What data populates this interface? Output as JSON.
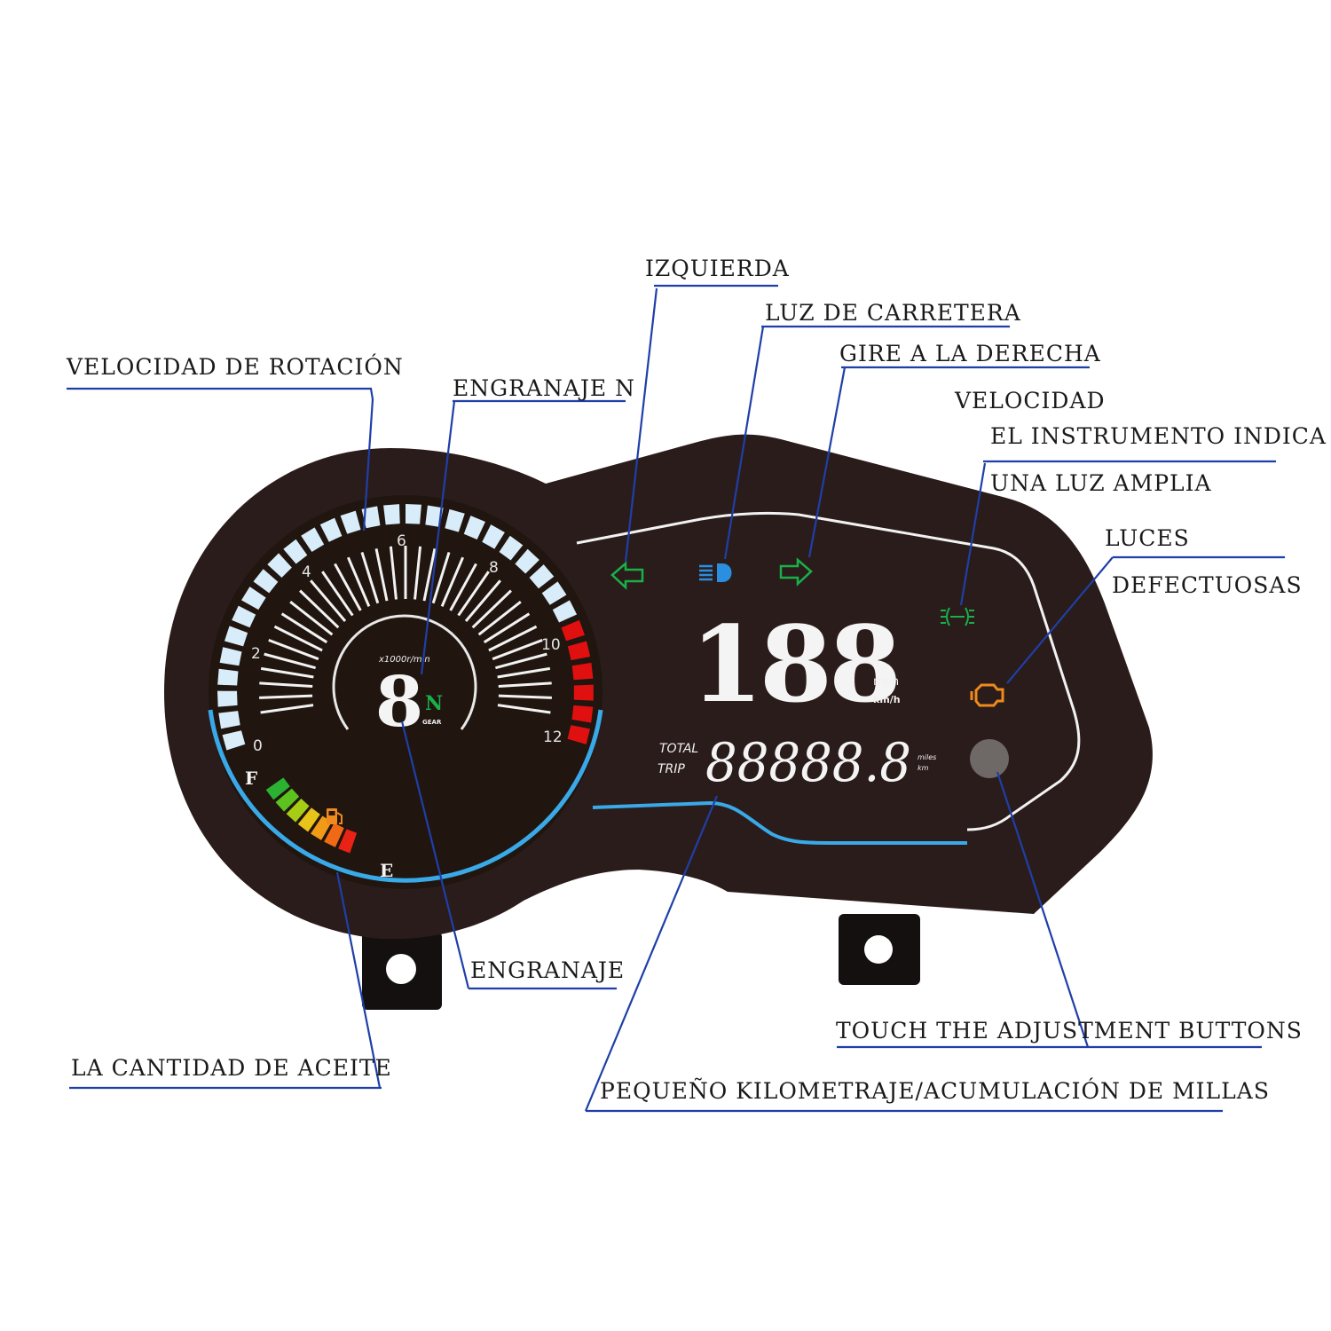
{
  "callouts": {
    "rpm": "VELOCIDAD DE ROTACIÓN",
    "neutral_gear": "ENGRANAJE N",
    "left_turn": "IZQUIERDA",
    "high_beam": "LUZ DE CARRETERA",
    "right_turn": "GIRE A LA DERECHA",
    "width_light_line1": "VELOCIDAD",
    "width_light_line2": "EL INSTRUMENTO INDICA",
    "width_light_line3": "UNA LUZ AMPLIA",
    "malfunction_line1": "LUCES",
    "malfunction_line2": "DEFECTUOSAS",
    "gear": "ENGRANAJE",
    "fuel": "LA CANTIDAD DE ACEITE",
    "adjust_button": "TOUCH THE ADJUSTMENT BUTTONS",
    "odometer": "PEQUEÑO KILOMETRAJE/ACUMULACIÓN DE MILLAS"
  },
  "gauge": {
    "rpm_ticks": [
      "0",
      "2",
      "4",
      "6",
      "8",
      "10",
      "12"
    ],
    "rpm_unit": "x1000r/min",
    "gear_value": "8",
    "neutral": "N",
    "gear_label": "GEAR",
    "fuel_full": "F",
    "fuel_empty": "E"
  },
  "display": {
    "speed": "188",
    "speed_unit_mph": "mph",
    "speed_unit_kmh": "km/h",
    "odo_total": "TOTAL",
    "odo_trip": "TRIP",
    "odo_value": "88888.8",
    "odo_unit_miles": "miles",
    "odo_unit_km": "km"
  },
  "colors": {
    "body": "#2a1c1a",
    "rpm_segment": "#d8ecf9",
    "redline": "#e01010",
    "ring": "#3aa9e8",
    "indicator_green": "#19b049",
    "indicator_blue": "#2a8fe0",
    "indicator_orange": "#f08a1c",
    "leader": "#1f3fa8"
  },
  "icons": {
    "left_turn": "arrow-left-icon",
    "high_beam": "high-beam-icon",
    "right_turn": "arrow-right-icon",
    "width_light": "width-light-icon",
    "engine_fault": "engine-check-icon",
    "fuel": "fuel-pump-icon",
    "button": "adjust-button-icon"
  }
}
